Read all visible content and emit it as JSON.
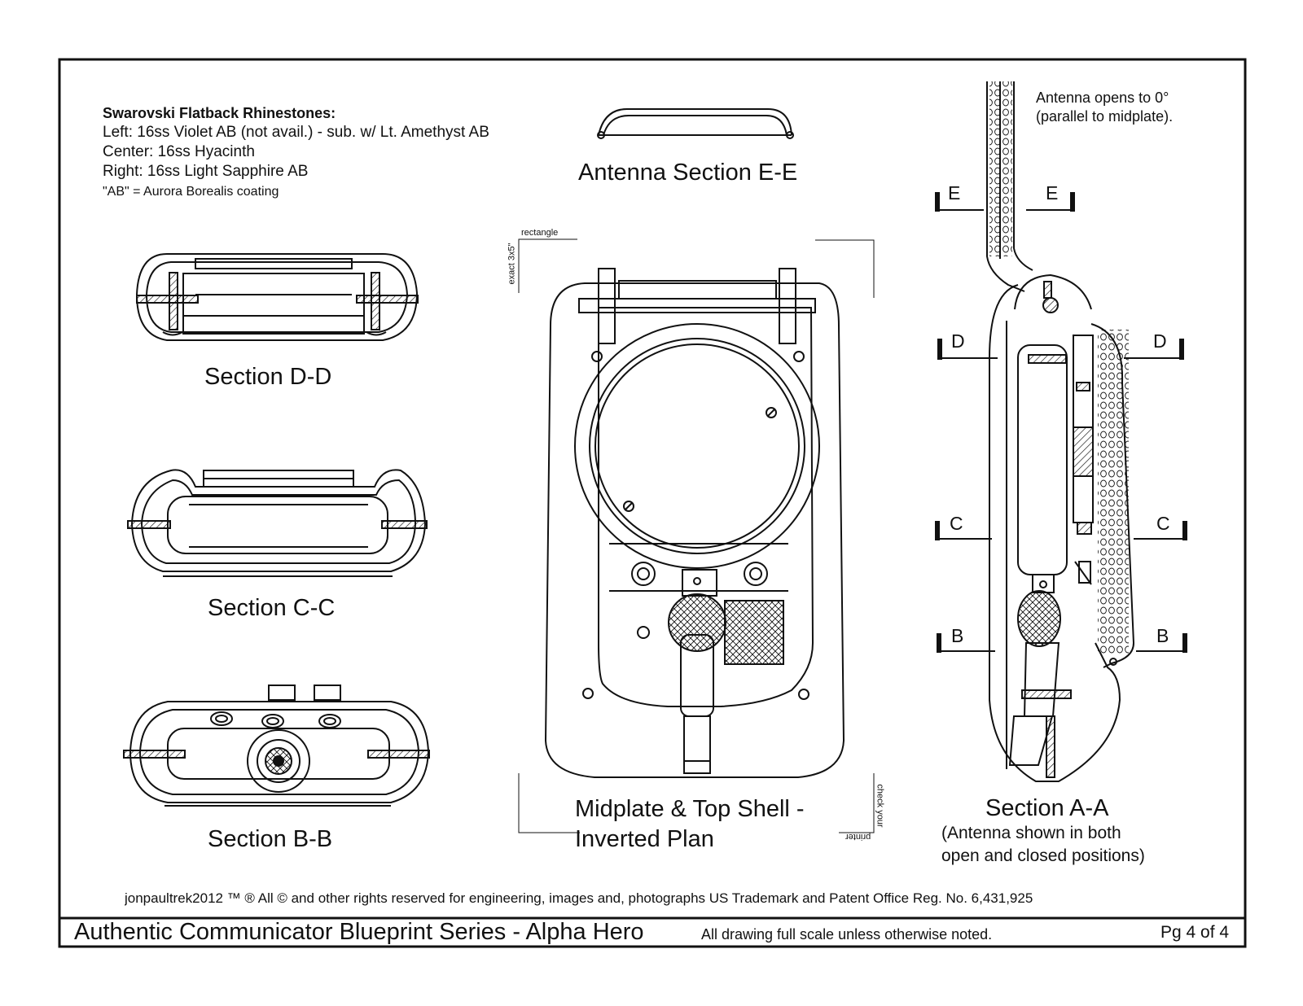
{
  "notes": {
    "heading": "Swarovski Flatback Rhinestones:",
    "lines": [
      "Left:  16ss Violet AB (not avail.) - sub. w/ Lt. Amethyst AB",
      "Center:  16ss Hyacinth",
      "Right:  16ss Light Sapphire AB",
      "\"AB\" = Aurora Borealis coating"
    ]
  },
  "sections": {
    "dd": "Section D-D",
    "cc": "Section C-C",
    "bb": "Section B-B",
    "ee": "Antenna Section E-E",
    "plan_line1": "Midplate & Top Shell -",
    "plan_line2": "Inverted Plan",
    "aa": "Section A-A",
    "aa_note1": "(Antenna shown in both",
    "aa_note2": "open and closed positions)"
  },
  "antenna_note": {
    "line1": "Antenna opens to 0°",
    "line2": "(parallel to midplate)."
  },
  "cut_labels": {
    "e": "E",
    "d": "D",
    "c": "C",
    "b": "B"
  },
  "crop_marks": {
    "top_label": "rectangle",
    "side_label": "exact 3x5\"",
    "right_label": "check your",
    "bottom_label": "printer"
  },
  "copyright": "jonpaultrek2012 ™ ® All © and other rights reserved for engineering, images and, photographs US Trademark and Patent Office Reg. No. 6,431,925",
  "footer": {
    "title": "Authentic Communicator Blueprint Series - Alpha Hero",
    "scale_note": "All drawing full scale unless otherwise noted.",
    "page": "Pg 4 of 4"
  },
  "colors": {
    "line": "#111111",
    "background": "#ffffff"
  }
}
